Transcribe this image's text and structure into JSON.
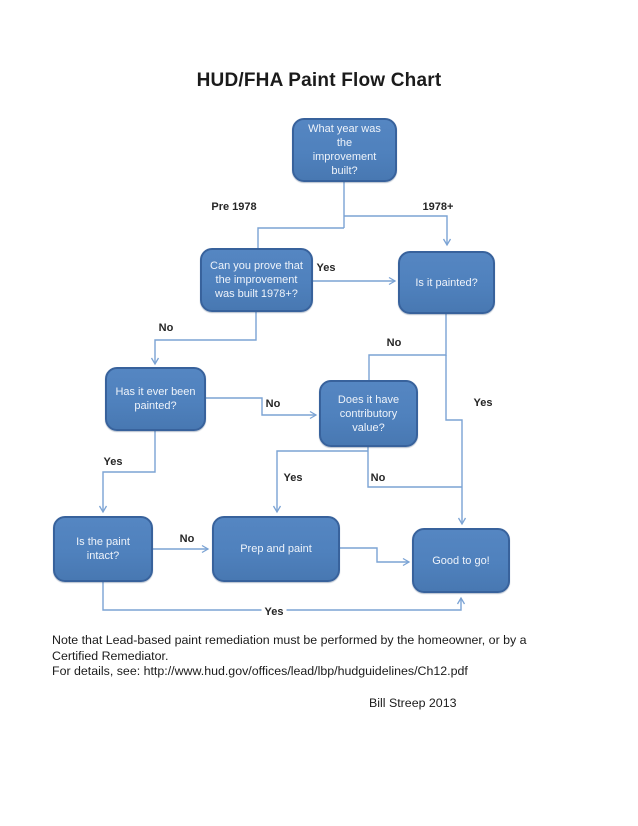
{
  "page": {
    "title": "HUD/FHA Paint Flow Chart"
  },
  "colors": {
    "node_fill": "#4f81bd",
    "node_border": "#38629c",
    "node_text": "#eef3fa",
    "connector": "#7ba3d4",
    "label_text": "#262626",
    "background": "#ffffff"
  },
  "nodes": {
    "what_year": {
      "label": "What year was\nthe\nimprovement\nbuilt?"
    },
    "prove_1978": {
      "label": "Can you prove that\nthe improvement\nwas built 1978+?"
    },
    "is_painted": {
      "label": "Is  it painted?"
    },
    "ever_painted": {
      "label": "Has it ever been\npainted?"
    },
    "contrib_value": {
      "label": "Does it have\ncontributory\nvalue?"
    },
    "paint_intact": {
      "label": "Is  the paint\nintact?"
    },
    "prep_paint": {
      "label": "Prep and paint"
    },
    "good_to_go": {
      "label": "Good to go!"
    }
  },
  "edge_labels": {
    "pre_1978": "Pre 1978",
    "post_1978": "1978+",
    "prove_yes": "Yes",
    "prove_no": "No",
    "painted_no": "No",
    "painted_yes": "Yes",
    "ever_no": "No",
    "ever_yes": "Yes",
    "contrib_yes": "Yes",
    "contrib_no": "No",
    "intact_no": "No",
    "intact_yes": "Yes"
  },
  "footer": {
    "note": "Note that Lead-based paint remediation must be performed by the homeowner, or by a\nCertified Remediator.\nFor details, see:  http://www.hud.gov/offices/lead/lbp/hudguidelines/Ch12.pdf",
    "credit": "Bill Streep 2013"
  }
}
